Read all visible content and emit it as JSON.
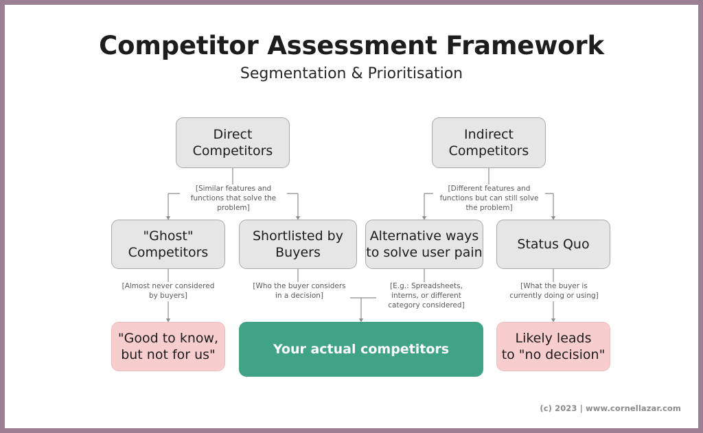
{
  "page": {
    "title": "Competitor Assessment Framework",
    "subtitle": "Segmentation & Prioritisation",
    "footer": "(c) 2023 | www.cornellazar.com",
    "border_color": "#9b7f93",
    "background": "#ffffff"
  },
  "colors": {
    "neutral_box": "#e6e6e6",
    "neutral_border": "#a8a8a8",
    "negative_box": "#f7cdcd",
    "highlight_box": "#41a386",
    "highlight_text": "#ffffff",
    "connector": "#8c8c8c",
    "note_text": "#585858"
  },
  "diagram": {
    "type": "flowchart",
    "levels": [
      {
        "name": "competitor-type",
        "nodes": [
          {
            "id": "direct",
            "label": "Direct\nCompetitors",
            "style": "neutral"
          },
          {
            "id": "indirect",
            "label": "Indirect\nCompetitors",
            "style": "neutral"
          }
        ]
      },
      {
        "name": "competitor-segment",
        "nodes": [
          {
            "id": "ghost",
            "label": "\"Ghost\"\nCompetitors",
            "style": "neutral"
          },
          {
            "id": "shortlisted",
            "label": "Shortlisted by\nBuyers",
            "style": "neutral"
          },
          {
            "id": "alternative",
            "label": "Alternative ways\nto solve user pain",
            "style": "neutral"
          },
          {
            "id": "status-quo",
            "label": "Status Quo",
            "style": "neutral"
          }
        ]
      },
      {
        "name": "prioritisation-outcome",
        "nodes": [
          {
            "id": "good-to-know",
            "label": "\"Good to know,\nbut not for us\"",
            "style": "negative"
          },
          {
            "id": "actual-competitors",
            "label": "Your actual competitors",
            "style": "highlight"
          },
          {
            "id": "no-decision",
            "label": "Likely leads\nto \"no decision\"",
            "style": "negative"
          }
        ]
      }
    ],
    "edge_notes": [
      {
        "id": "note-direct",
        "from": "direct",
        "to": [
          "ghost",
          "shortlisted"
        ],
        "text": "[Similar features and\nfunctions that solve the\nproblem]"
      },
      {
        "id": "note-indirect",
        "from": "indirect",
        "to": [
          "alternative",
          "status-quo"
        ],
        "text": "[Different features and\nfunctions but can still solve\nthe problem]"
      },
      {
        "id": "note-ghost",
        "from": "ghost",
        "to": [
          "good-to-know"
        ],
        "text": "[Almost never considered\nby buyers]"
      },
      {
        "id": "note-shortlisted",
        "from": "shortlisted",
        "to": [
          "actual-competitors"
        ],
        "text": "[Who the buyer considers\nin a decision]"
      },
      {
        "id": "note-alternative",
        "from": "alternative",
        "to": [
          "actual-competitors"
        ],
        "text": "[E.g.: Spreadsheets,\ninterns, or different\ncategory considered]"
      },
      {
        "id": "note-status-quo",
        "from": "status-quo",
        "to": [
          "no-decision"
        ],
        "text": "[What the buyer is\ncurrently doing or using]"
      }
    ]
  }
}
